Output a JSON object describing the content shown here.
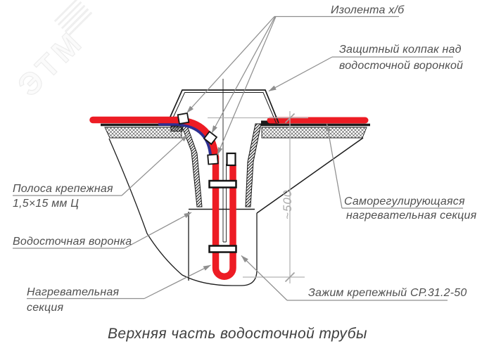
{
  "watermark": {
    "text": "ЭТМ"
  },
  "labels": {
    "izolenta": {
      "text": "Изолента х/б"
    },
    "kolpak": {
      "line1": "Защитный колпак над",
      "line2": "водосточной воронкой"
    },
    "polosa": {
      "line1": "Полоса крепежная",
      "line2": "1,5×15 мм Ц"
    },
    "voronka": {
      "text": "Водосточная воронка"
    },
    "nagrev": {
      "line1": "Нагревательная",
      "line2": "секция"
    },
    "samoreg": {
      "line1": "Саморегулирующаяся",
      "line2": "нагревательная секция"
    },
    "zazhim": {
      "text": "Зажим крепежный СР.31.2-50"
    },
    "dimension": {
      "text": "~500"
    }
  },
  "caption": "Верхняя часть водосточной трубы",
  "colors": {
    "cable_red": "#ed1c24",
    "cable_blue": "#2e3092",
    "line_black": "#1c1c1c",
    "leader_gray": "#8f8f8f",
    "dimension_gray": "#b5b5b5",
    "label_text": "#4f4f4f"
  }
}
